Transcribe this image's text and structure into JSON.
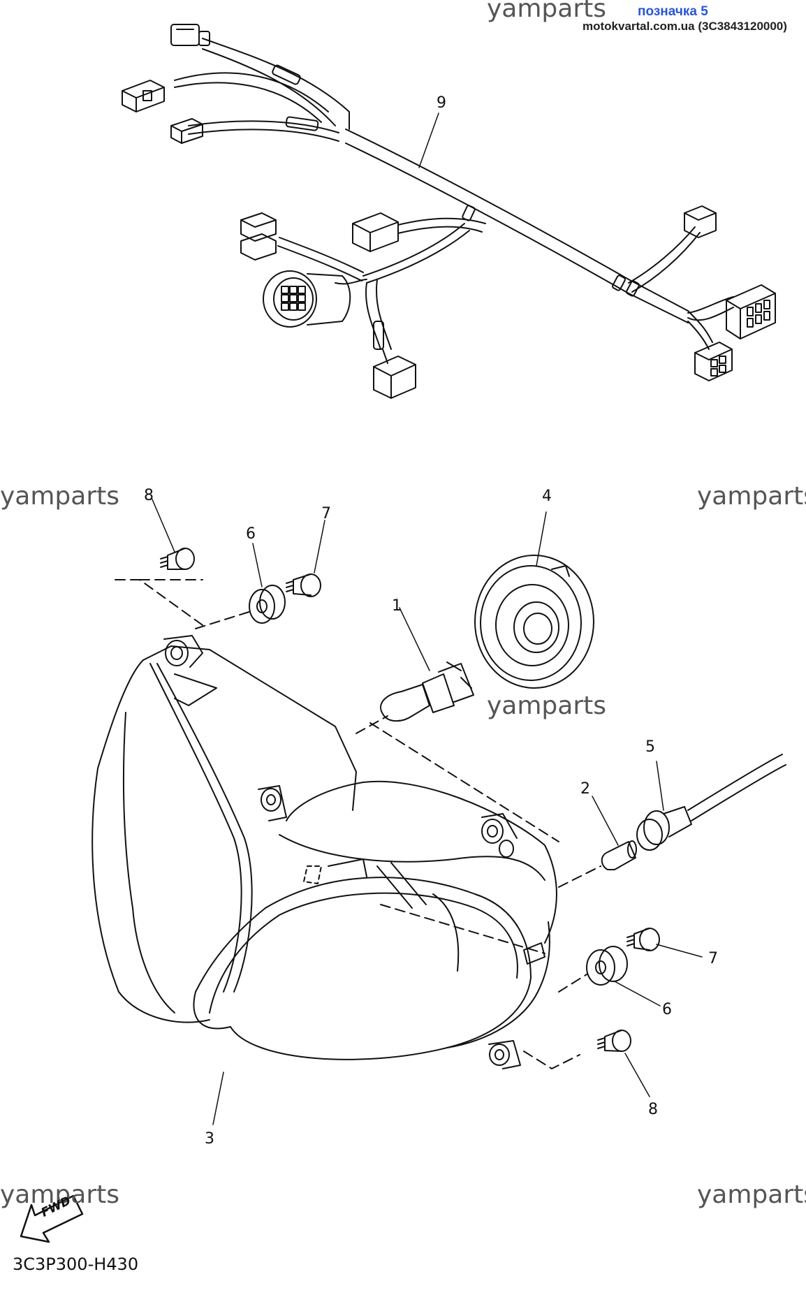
{
  "header": {
    "watermark": "yamparts",
    "badge": "позначка 5",
    "source": "motokvartal.com.ua (3C3843120000)"
  },
  "watermarks": [
    "yamparts",
    "yamparts",
    "yamparts",
    "yamparts",
    "yamparts",
    "yamparts"
  ],
  "callouts": {
    "c9": "9",
    "c8a": "8",
    "c6a": "6",
    "c7a": "7",
    "c4": "4",
    "c1": "1",
    "c5": "5",
    "c2": "2",
    "c7b": "7",
    "c6b": "6",
    "c8b": "8",
    "c3": "3"
  },
  "fwd_label": "FWD",
  "diagram_code": "3C3P300-H430"
}
